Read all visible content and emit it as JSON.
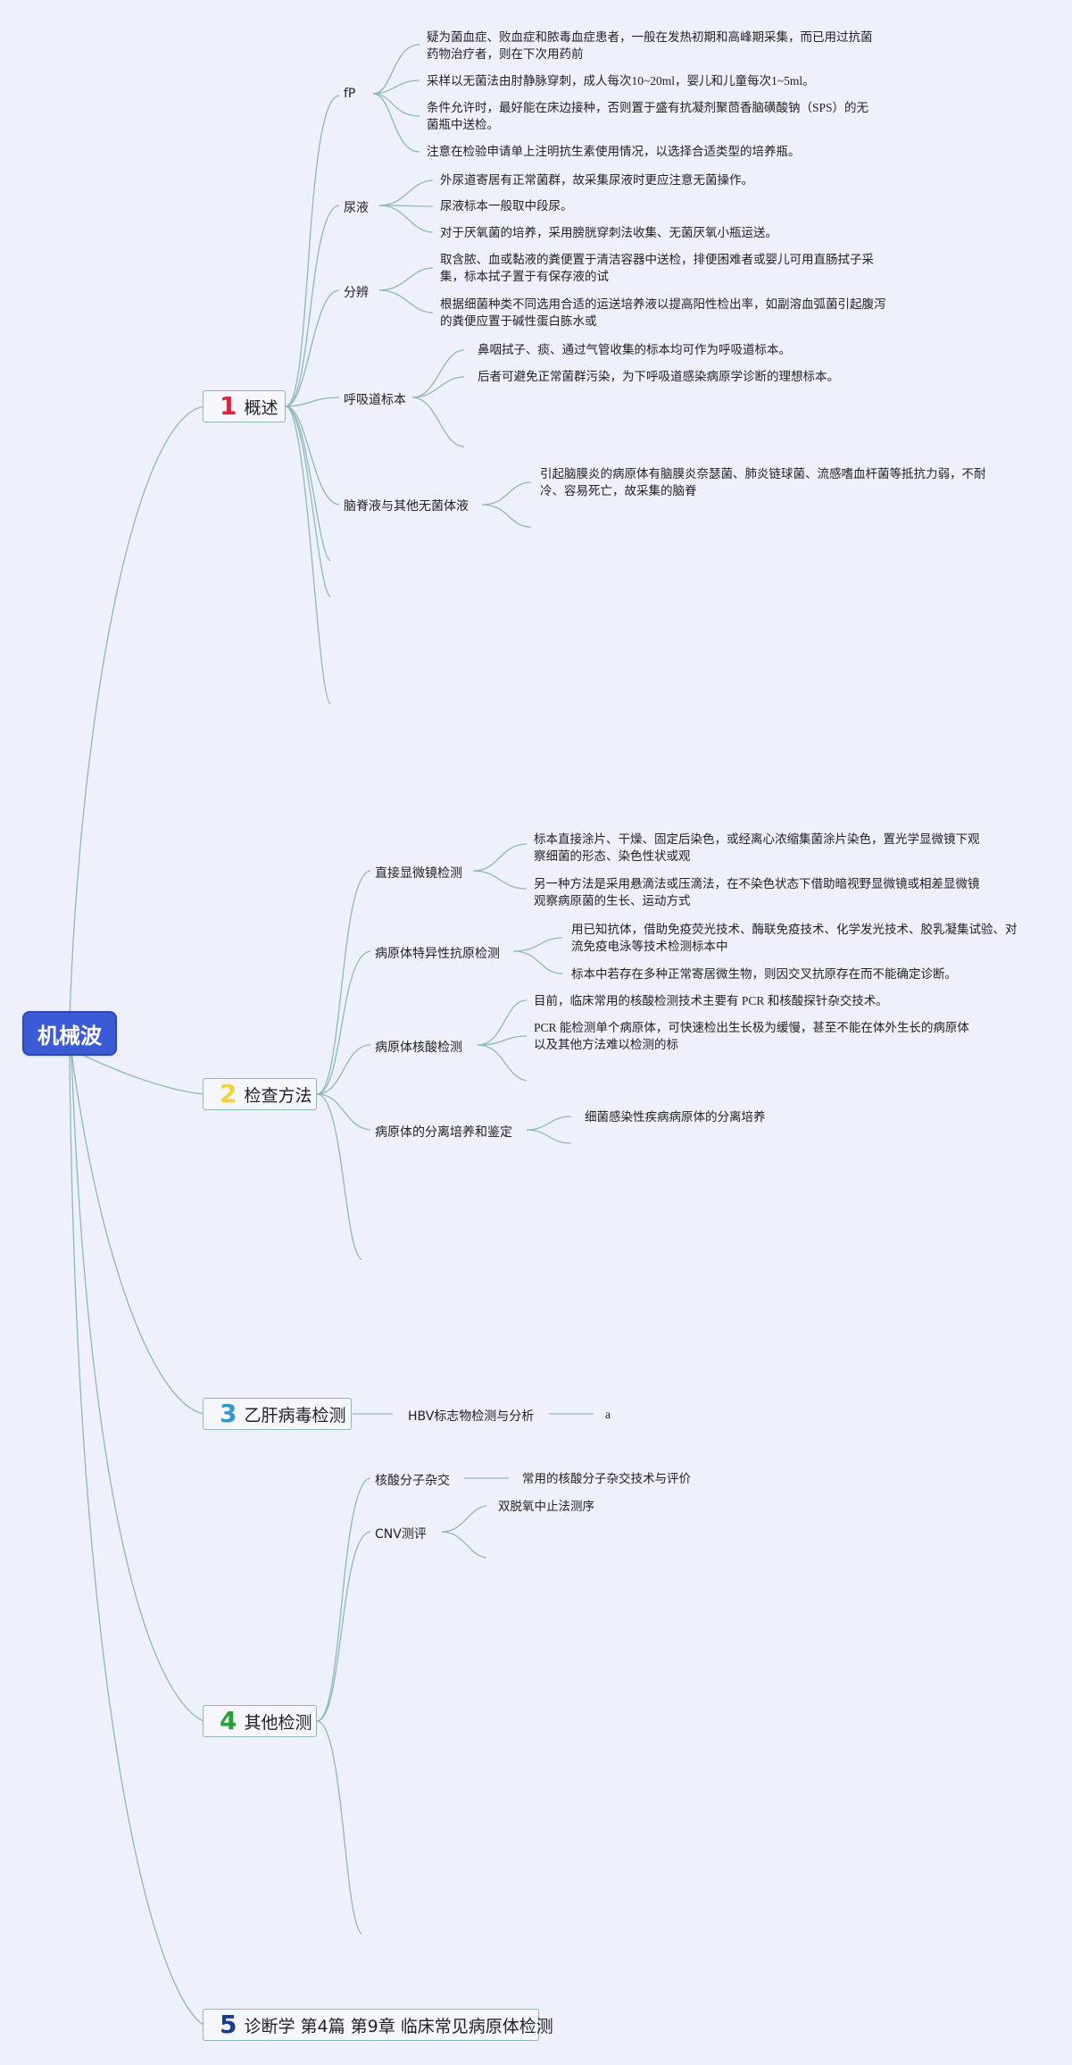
{
  "root": {
    "label": "机械波"
  },
  "colors": {
    "line": "#8fb8b5",
    "root_bg": "#3b5bd6",
    "num1": "#e0243d",
    "num2": "#f1d33a",
    "num3": "#2f98d9",
    "num4": "#28a137",
    "num5": "#1d3a8f"
  },
  "branches": [
    {
      "num": "1",
      "label": "概述",
      "children": [
        {
          "label": "fP",
          "leaves": [
            "疑为菌血症、败血症和脓毒血症患者，一般在发热初期和高峰期采集，而已用过抗菌药物治疗者，则在下次用药前",
            "采样以无菌法由肘静脉穿刺，成人每次10~20ml，婴儿和儿童每次1~5ml。",
            "条件允许时，最好能在床边接种，否则置于盛有抗凝剂聚茴香脑磺酸钠（SPS）的无菌瓶中送检。",
            "注意在检验申请单上注明抗生素使用情况，以选择合适类型的培养瓶。"
          ]
        },
        {
          "label": "尿液",
          "leaves": [
            "外尿道寄居有正常菌群，故采集尿液时更应注意无菌操作。",
            "尿液标本一般取中段尿。",
            "对于厌氧菌的培养，采用膀胱穿刺法收集、无菌厌氧小瓶运送。"
          ]
        },
        {
          "label": "分辨",
          "leaves": [
            "取含脓、血或黏液的粪便置于清洁容器中送检，排便困难者或婴儿可用直肠拭子采集，标本拭子置于有保存液的试",
            "根据细菌种类不同选用合适的运送培养液以提高阳性检出率，如副溶血弧菌引起腹泻的粪便应置于碱性蛋白胨水或"
          ]
        },
        {
          "label": "呼吸道标本",
          "leaves": [
            "鼻咽拭子、痰、通过气管收集的标本均可作为呼吸道标本。",
            "后者可避免正常菌群污染，为下呼吸道感染病原学诊断的理想标本。"
          ]
        },
        {
          "label": "脑脊液与其他无菌体液",
          "leaves": [
            "引起脑膜炎的病原体有脑膜炎奈瑟菌、肺炎链球菌、流感嗜血杆菌等抵抗力弱，不耐冷、容易死亡，故采集的脑脊"
          ]
        }
      ]
    },
    {
      "num": "2",
      "label": "检查方法",
      "children": [
        {
          "label": "直接显微镜检测",
          "leaves": [
            "标本直接涂片、干燥、固定后染色，或经离心浓缩集菌涂片染色，置光学显微镜下观察细菌的形态、染色性状或观",
            "另一种方法是采用悬滴法或压滴法，在不染色状态下借助暗视野显微镜或相差显微镜观察病原菌的生长、运动方式"
          ]
        },
        {
          "label": "病原体特异性抗原检测",
          "leaves": [
            "用已知抗体，借助免疫荧光技术、酶联免疫技术、化学发光技术、胶乳凝集试验、对流免疫电泳等技术检测标本中",
            "标本中若存在多种正常寄居微生物，则因交叉抗原存在而不能确定诊断。"
          ]
        },
        {
          "label": "病原体核酸检测",
          "leaves": [
            "目前，临床常用的核酸检测技术主要有 PCR 和核酸探针杂交技术。",
            "PCR 能检测单个病原体，可快速检出生长极为缓慢，甚至不能在体外生长的病原体以及其他方法难以检测的标"
          ]
        },
        {
          "label": "病原体的分离培养和鉴定",
          "leaves": [
            "细菌感染性疾病病原体的分离培养"
          ]
        }
      ]
    },
    {
      "num": "3",
      "label": "乙肝病毒检测",
      "children": [
        {
          "label": "HBV标志物检测与分析",
          "leaves": [
            "a"
          ]
        }
      ]
    },
    {
      "num": "4",
      "label": "其他检测",
      "children": [
        {
          "label": "核酸分子杂交",
          "leaves": [
            "常用的核酸分子杂交技术与评价"
          ]
        },
        {
          "label": "CNV测评",
          "leaves": [
            "双脱氧中止法测序"
          ]
        }
      ]
    },
    {
      "num": "5",
      "label": "诊断学 第4篇 第9章 临床常见病原体检测",
      "children": []
    }
  ]
}
